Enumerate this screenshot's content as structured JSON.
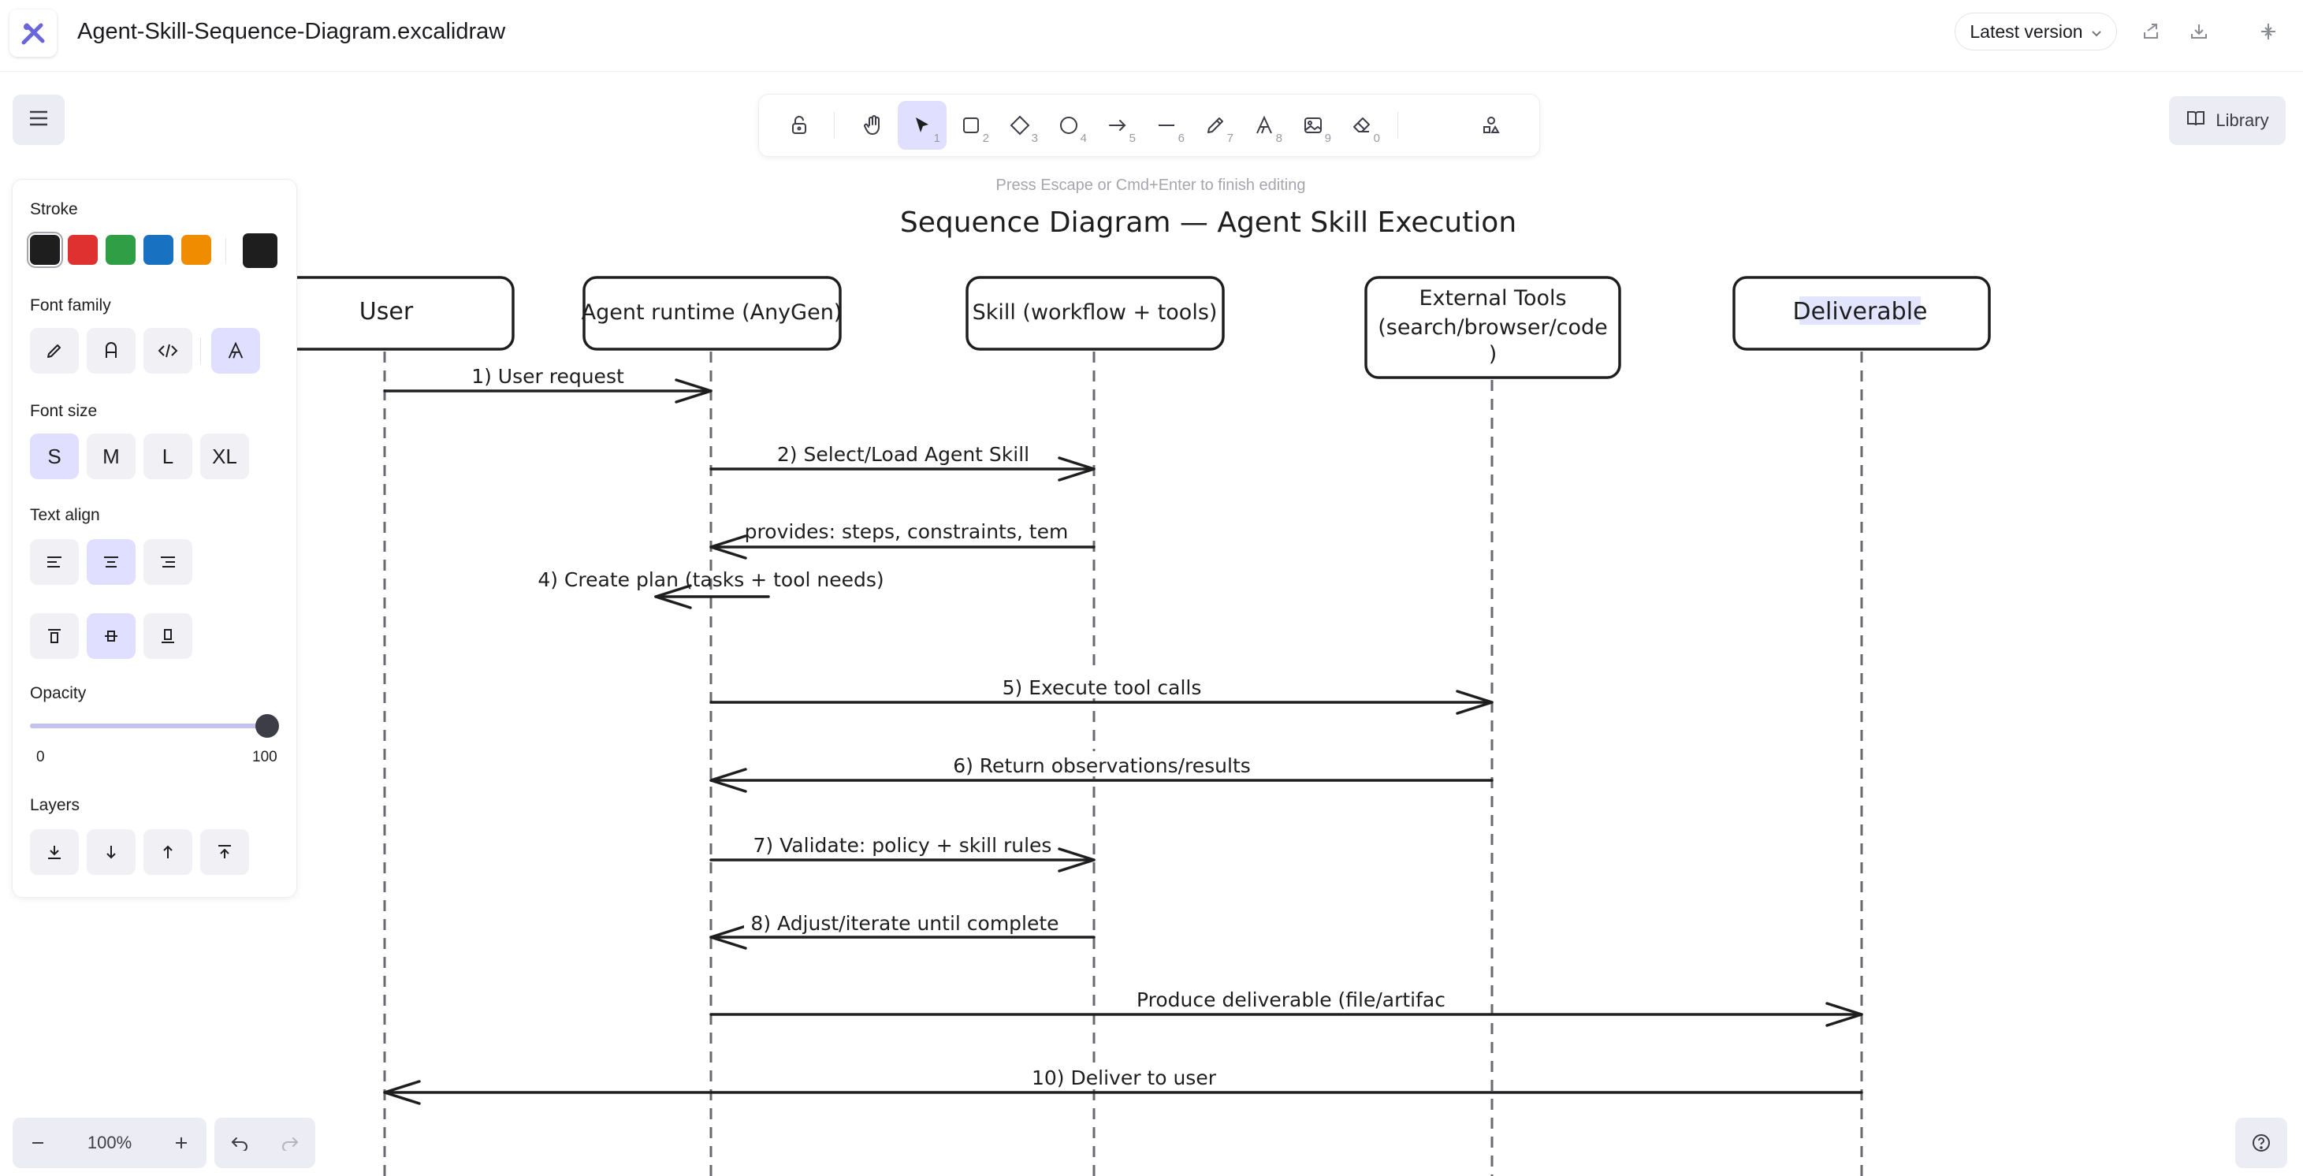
{
  "header": {
    "file_title": "Agent-Skill-Sequence-Diagram.excalidraw",
    "version_label": "Latest version"
  },
  "toolbar": {
    "tools": [
      {
        "name": "lock-icon",
        "key": ""
      },
      {
        "name": "hand-icon",
        "key": ""
      },
      {
        "name": "selection-icon",
        "key": "1"
      },
      {
        "name": "rectangle-icon",
        "key": "2"
      },
      {
        "name": "diamond-icon",
        "key": "3"
      },
      {
        "name": "ellipse-icon",
        "key": "4"
      },
      {
        "name": "arrow-icon",
        "key": "5"
      },
      {
        "name": "line-icon",
        "key": "6"
      },
      {
        "name": "pencil-icon",
        "key": "7"
      },
      {
        "name": "text-icon",
        "key": "8"
      },
      {
        "name": "image-icon",
        "key": "9"
      },
      {
        "name": "eraser-icon",
        "key": "0"
      },
      {
        "name": "extra-tools-icon",
        "key": ""
      }
    ],
    "active_tool": "selection-icon"
  },
  "library_label": "Library",
  "hint": "Press Escape or Cmd+Enter to finish editing",
  "properties": {
    "stroke_label": "Stroke",
    "stroke_colors": [
      "#1e1e1e",
      "#e03131",
      "#2f9e44",
      "#1971c2",
      "#f08c00"
    ],
    "selected_stroke": "#1e1e1e",
    "font_family_label": "Font family",
    "font_size_label": "Font size",
    "font_sizes": [
      "S",
      "M",
      "L",
      "XL"
    ],
    "selected_font_size": "S",
    "text_align_label": "Text align",
    "opacity_label": "Opacity",
    "opacity_min": "0",
    "opacity_max": "100",
    "opacity_value": 1.0,
    "layers_label": "Layers"
  },
  "zoom": {
    "level": "100%"
  },
  "diagram": {
    "title": "Sequence Diagram — Agent Skill Execution",
    "participants": [
      {
        "label_lines": [
          "User"
        ]
      },
      {
        "label_lines": [
          "Agent runtime (AnyGen)"
        ]
      },
      {
        "label_lines": [
          "Skill (workflow + tools)"
        ]
      },
      {
        "label_lines": [
          "External Tools",
          "(search/browser/code",
          ")"
        ]
      },
      {
        "label_lines": [
          "Deliverable"
        ]
      }
    ],
    "messages": [
      {
        "label": "1) User request"
      },
      {
        "label": "2) Select/Load Agent Skill"
      },
      {
        "label": "provides: steps, constraints, tem"
      },
      {
        "label": "4) Create plan (tasks + tool needs)"
      },
      {
        "label": "5) Execute tool calls"
      },
      {
        "label": "6) Return observations/results"
      },
      {
        "label": "7) Validate: policy + skill rules"
      },
      {
        "label": "8) Adjust/iterate until complete"
      },
      {
        "label": "Produce deliverable (file/artifac"
      },
      {
        "label": "10) Deliver to user"
      }
    ]
  }
}
